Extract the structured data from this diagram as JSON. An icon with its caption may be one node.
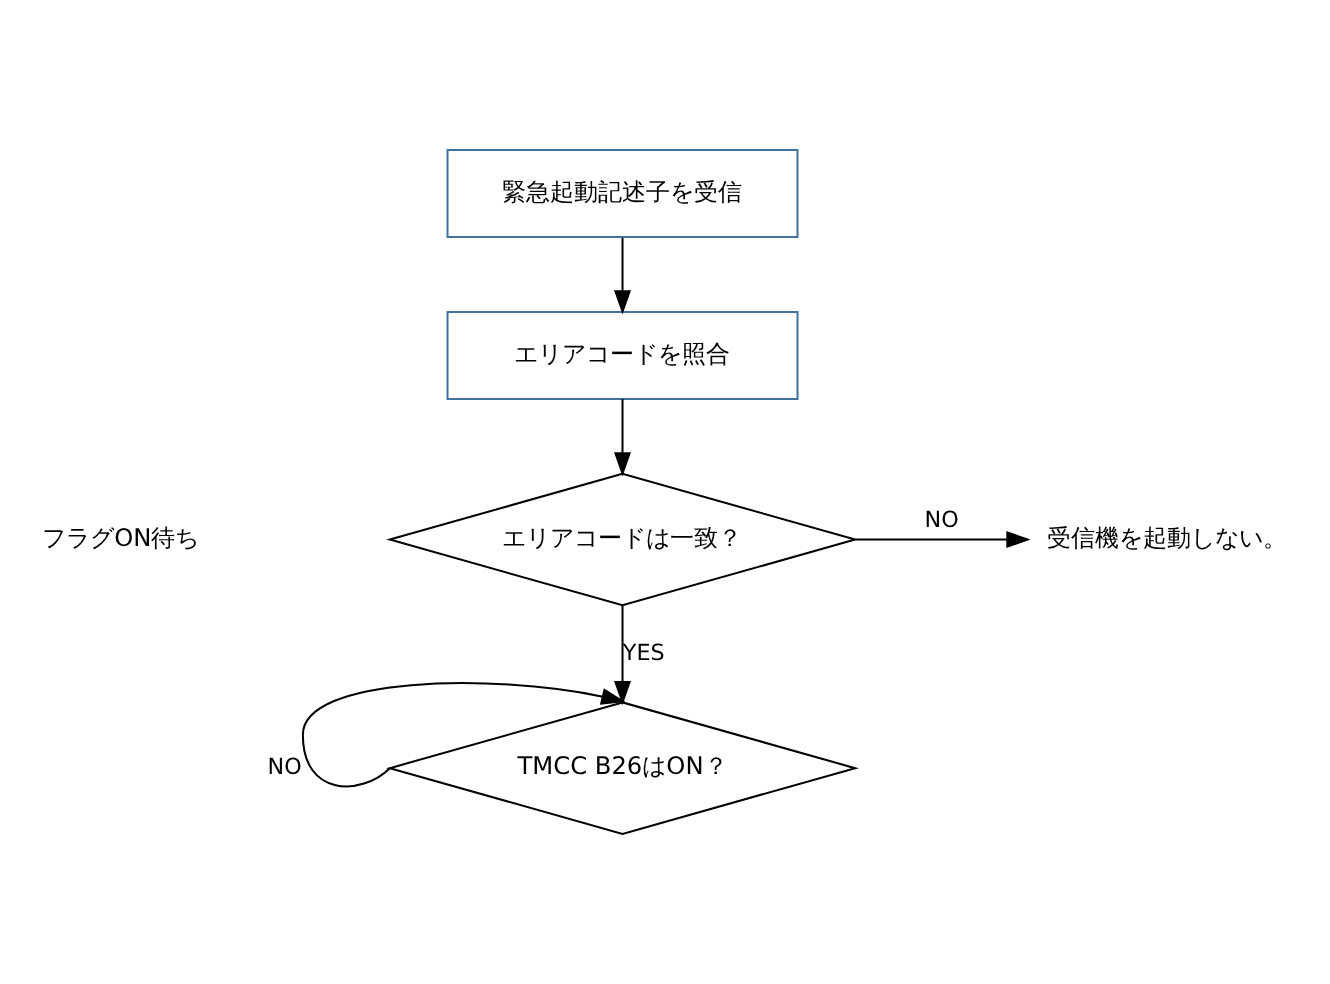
{
  "diagram": {
    "nodes": [
      {
        "text": [
          "緊急起動記述子を受信"
        ]
      },
      {
        "text": [
          "エリアコードを照合"
        ]
      },
      {
        "text": [
          "エリアコードは一致？"
        ]
      },
      {
        "text": [
          "受信機を起動しない。"
        ]
      },
      {
        "text": [
          "TMCC B26はON？"
        ]
      }
    ],
    "edges": [
      {
        "from": 0,
        "to": 1,
        "arrow": "to"
      },
      {
        "from": 1,
        "to": 2,
        "arrow": "to"
      },
      {
        "from": 2,
        "to": 3,
        "arrow": "to",
        "label": "NO"
      },
      {
        "from": 2,
        "to": 4,
        "arrow": "to",
        "label": "YES"
      },
      {
        "from": 4,
        "to": 4,
        "arrow": "to",
        "label": "NO"
      }
    ],
    "labels": [
      "フラグON待ち"
    ]
  }
}
